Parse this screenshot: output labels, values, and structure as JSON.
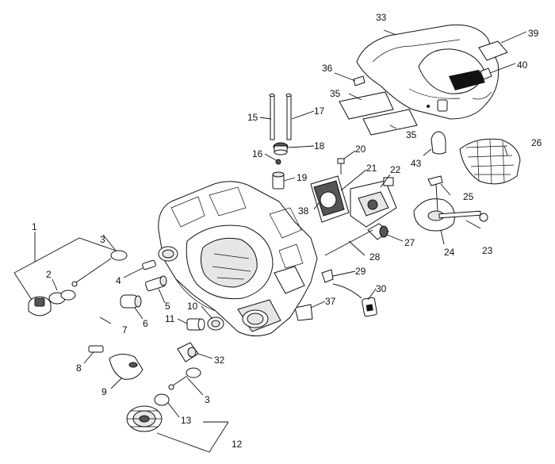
{
  "callouts": [
    {
      "id": "c1",
      "text": "1"
    },
    {
      "id": "c2",
      "text": "2"
    },
    {
      "id": "c3a",
      "text": "3"
    },
    {
      "id": "c3b",
      "text": "3"
    },
    {
      "id": "c4",
      "text": "4"
    },
    {
      "id": "c5",
      "text": "5"
    },
    {
      "id": "c6",
      "text": "6"
    },
    {
      "id": "c7",
      "text": "7"
    },
    {
      "id": "c8",
      "text": "8"
    },
    {
      "id": "c9",
      "text": "9"
    },
    {
      "id": "c10",
      "text": "10"
    },
    {
      "id": "c11",
      "text": "11"
    },
    {
      "id": "c12",
      "text": "12"
    },
    {
      "id": "c13",
      "text": "13"
    },
    {
      "id": "c15",
      "text": "15"
    },
    {
      "id": "c16",
      "text": "16"
    },
    {
      "id": "c17",
      "text": "17"
    },
    {
      "id": "c18",
      "text": "18"
    },
    {
      "id": "c19",
      "text": "19"
    },
    {
      "id": "c20",
      "text": "20"
    },
    {
      "id": "c21",
      "text": "21"
    },
    {
      "id": "c22",
      "text": "22"
    },
    {
      "id": "c23",
      "text": "23"
    },
    {
      "id": "c24",
      "text": "24"
    },
    {
      "id": "c25",
      "text": "25"
    },
    {
      "id": "c26",
      "text": "26"
    },
    {
      "id": "c27",
      "text": "27"
    },
    {
      "id": "c28",
      "text": "28"
    },
    {
      "id": "c29",
      "text": "29"
    },
    {
      "id": "c30",
      "text": "30"
    },
    {
      "id": "c32",
      "text": "32"
    },
    {
      "id": "c33",
      "text": "33"
    },
    {
      "id": "c35a",
      "text": "35"
    },
    {
      "id": "c35b",
      "text": "35"
    },
    {
      "id": "c36",
      "text": "36"
    },
    {
      "id": "c37",
      "text": "37"
    },
    {
      "id": "c38",
      "text": "38"
    },
    {
      "id": "c39",
      "text": "39"
    },
    {
      "id": "c40",
      "text": "40"
    },
    {
      "id": "c43",
      "text": "43"
    }
  ]
}
